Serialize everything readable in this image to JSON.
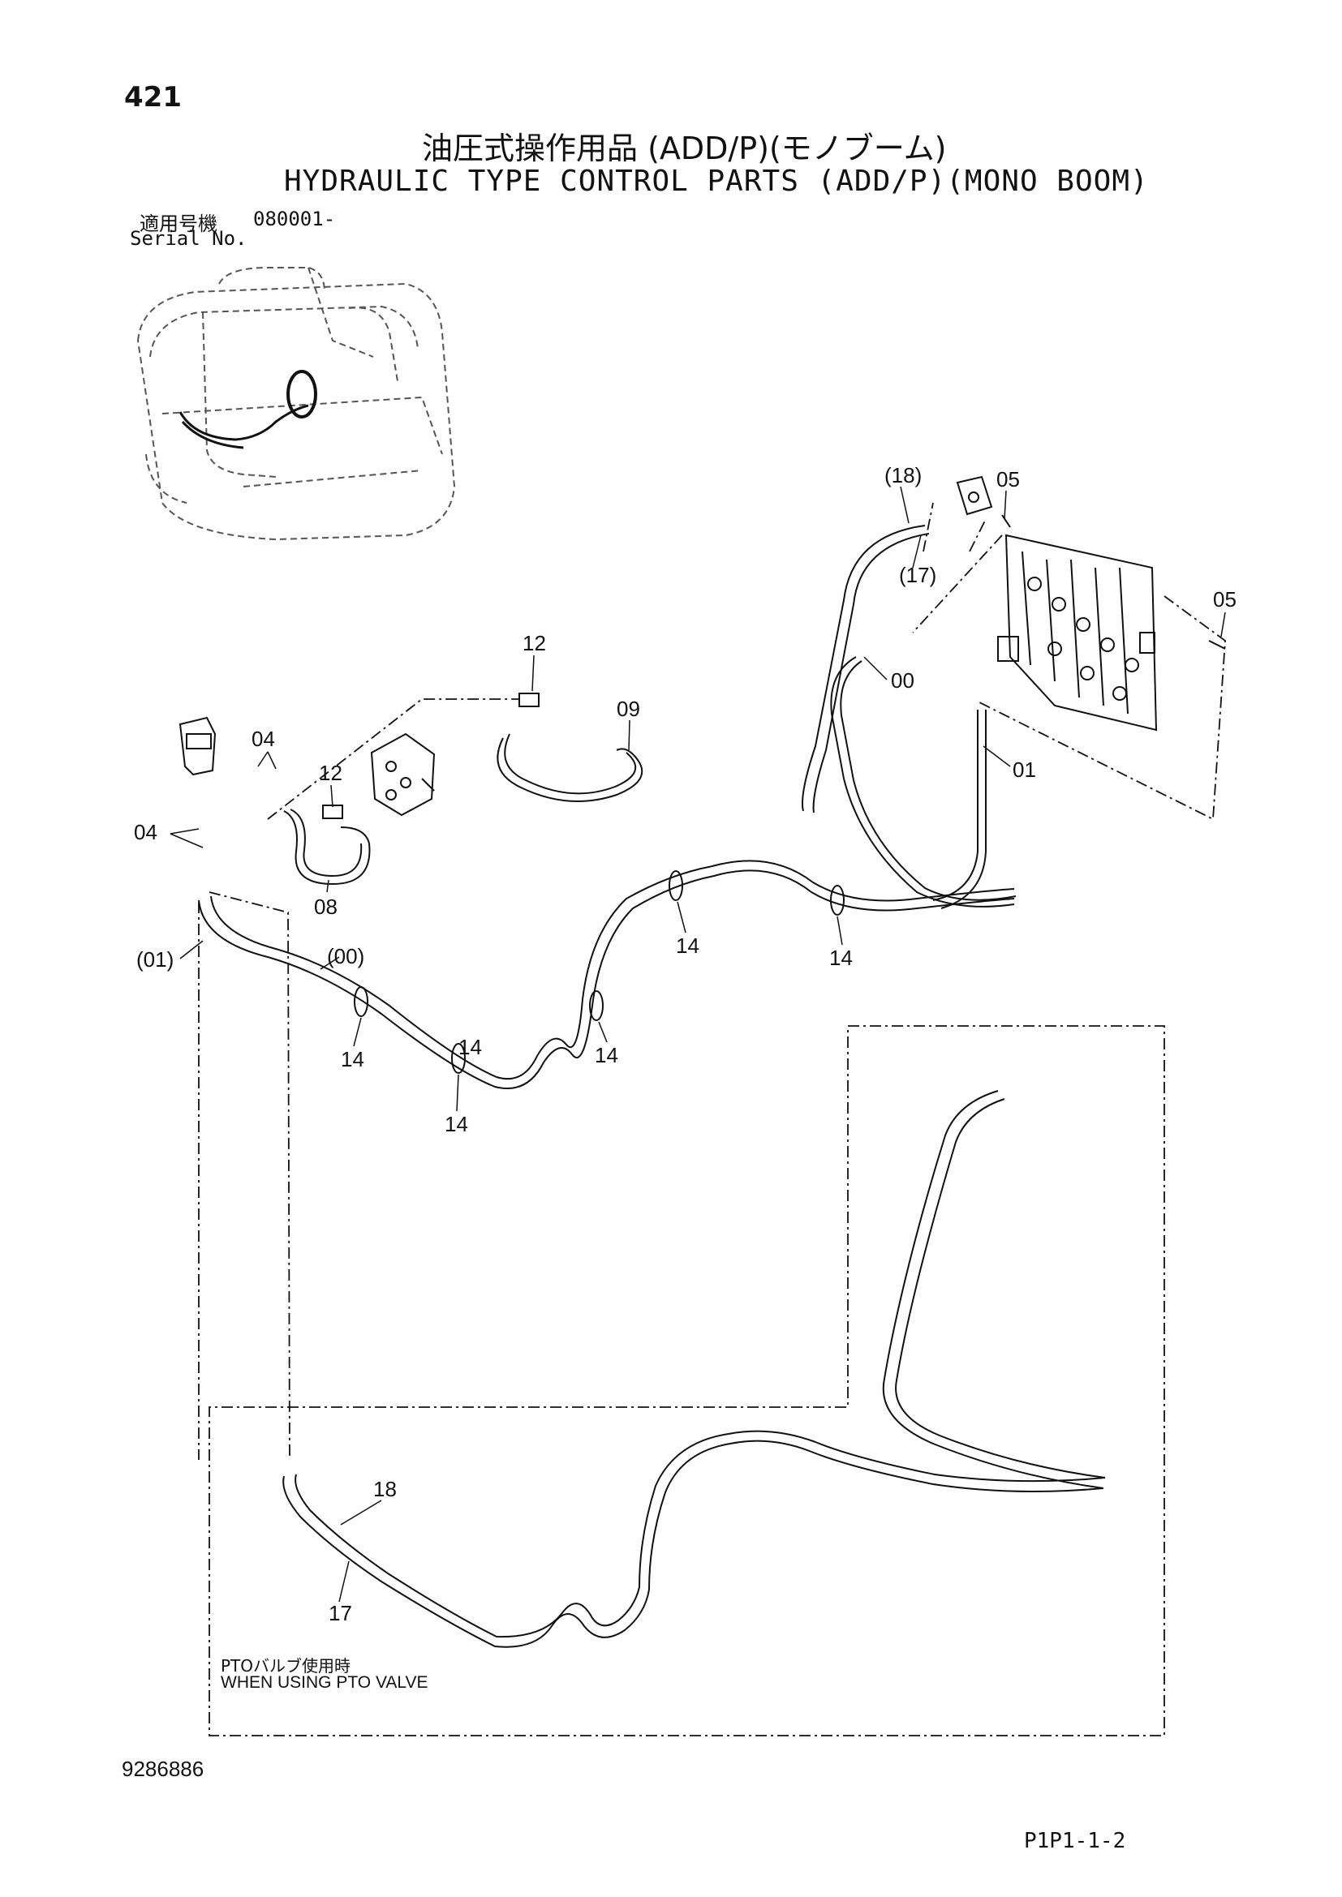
{
  "page_number": "421",
  "title_jp": "油圧式操作用品 (ADD/P)(モノブーム)",
  "title_en": "HYDRAULIC TYPE CONTROL PARTS (ADD/P)(MONO BOOM)",
  "serial": {
    "label_jp": "適用号機",
    "value": "080001-",
    "label_en": "Serial No."
  },
  "pto_note": {
    "jp": "PTOバルブ使用時",
    "en": "WHEN USING PTO VALVE"
  },
  "doc_number": "9286886",
  "page_code": "P1P1-1-2",
  "callouts": [
    {
      "id": "c-18-paren",
      "text": "(18)"
    },
    {
      "id": "c-05-top",
      "text": "05"
    },
    {
      "id": "c-17-paren",
      "text": "(17)"
    },
    {
      "id": "c-05-right",
      "text": "05"
    },
    {
      "id": "c-00",
      "text": "00"
    },
    {
      "id": "c-01",
      "text": "01"
    },
    {
      "id": "c-12-top",
      "text": "12"
    },
    {
      "id": "c-09",
      "text": "09"
    },
    {
      "id": "c-04-a",
      "text": "04"
    },
    {
      "id": "c-12-mid",
      "text": "12"
    },
    {
      "id": "c-04-b",
      "text": "04"
    },
    {
      "id": "c-08",
      "text": "08"
    },
    {
      "id": "c-01-paren",
      "text": "(01)"
    },
    {
      "id": "c-00-paren",
      "text": "(00)"
    },
    {
      "id": "c-14-a",
      "text": "14"
    },
    {
      "id": "c-14-b",
      "text": "14"
    },
    {
      "id": "c-14-c",
      "text": "14"
    },
    {
      "id": "c-14-d",
      "text": "14"
    },
    {
      "id": "c-14-e",
      "text": "14"
    },
    {
      "id": "c-14-f",
      "text": "14"
    },
    {
      "id": "c-18",
      "text": "18"
    },
    {
      "id": "c-17",
      "text": "17"
    }
  ]
}
